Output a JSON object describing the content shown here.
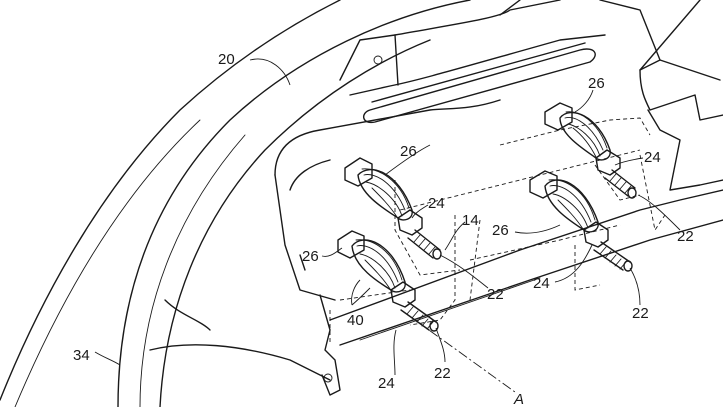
{
  "figure": {
    "labels": {
      "bracket": "20",
      "panel": "34",
      "coil_tr": "26",
      "coil_mid": "26",
      "coil_left": "26",
      "coil_center": "26",
      "tie_tr": "24",
      "tie_mid": "24",
      "tie_right": "24",
      "tie_bottom": "24",
      "stud_right_top": "22",
      "stud_mid": "22",
      "stud_right_low": "22",
      "stud_bottom": "22",
      "member": "14",
      "group": "40",
      "axis": "A"
    }
  }
}
